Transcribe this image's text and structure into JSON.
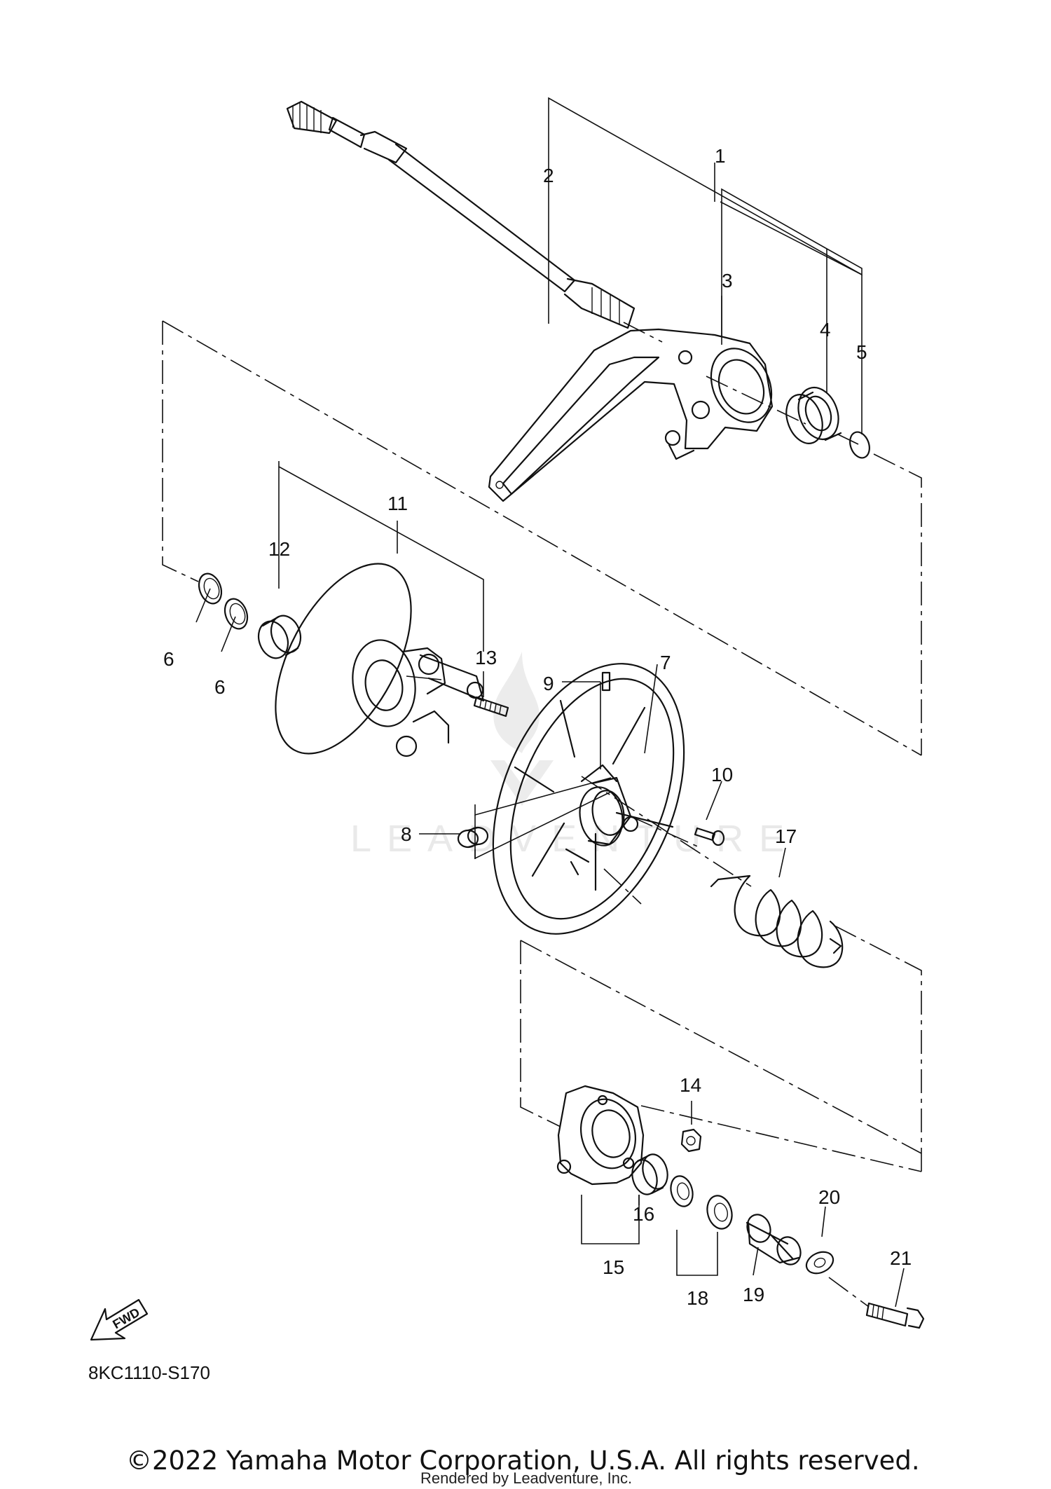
{
  "labels": [
    {
      "id": "1",
      "text": "1"
    },
    {
      "id": "2",
      "text": "2"
    },
    {
      "id": "3",
      "text": "3"
    },
    {
      "id": "4",
      "text": "4"
    },
    {
      "id": "5",
      "text": "5"
    },
    {
      "id": "6a",
      "text": "6"
    },
    {
      "id": "6b",
      "text": "6"
    },
    {
      "id": "7",
      "text": "7"
    },
    {
      "id": "8",
      "text": "8"
    },
    {
      "id": "9",
      "text": "9"
    },
    {
      "id": "10",
      "text": "10"
    },
    {
      "id": "11",
      "text": "11"
    },
    {
      "id": "12",
      "text": "12"
    },
    {
      "id": "13",
      "text": "13"
    },
    {
      "id": "14",
      "text": "14"
    },
    {
      "id": "15",
      "text": "15"
    },
    {
      "id": "16",
      "text": "16"
    },
    {
      "id": "17",
      "text": "17"
    },
    {
      "id": "18",
      "text": "18"
    },
    {
      "id": "19",
      "text": "19"
    },
    {
      "id": "20",
      "text": "20"
    },
    {
      "id": "21",
      "text": "21"
    }
  ],
  "fwd_label": "FWD",
  "diagram_code": "8KC1110-S170",
  "copyright": "©2022 Yamaha Motor Corporation, U.S.A. All rights reserved.",
  "rendered_by": "Rendered by Leadventure, Inc.",
  "watermark_text": "LEADVENTURE"
}
